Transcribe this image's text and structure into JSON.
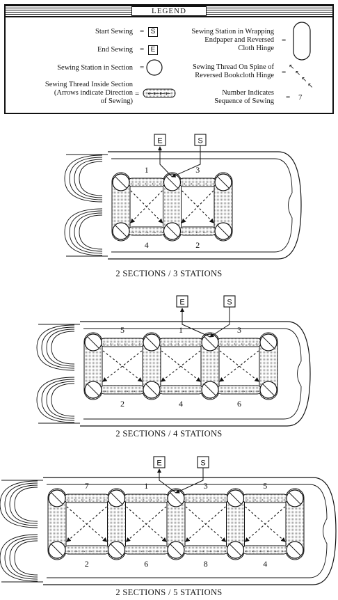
{
  "legend": {
    "title": "LEGEND",
    "start": "Start Sewing",
    "end": "End Sewing",
    "station_section": "Sewing Station in Section",
    "thread_line1": "Sewing Thread Inside Section",
    "thread_line2": "(Arrows indicate Direction",
    "thread_line3": "of Sewing)",
    "wrap_line1": "Sewing Station in Wrapping",
    "wrap_line2": "Endpaper and Reversed",
    "wrap_line3": "Cloth Hinge",
    "spine_line1": "Sewing Thread On Spine of",
    "spine_line2": "Reversed Bookcloth Hinge",
    "seq_line1": "Number Indicates",
    "seq_line2": "Sequence of Sewing",
    "eq": "=",
    "s": "S",
    "e": "E",
    "seven": "7"
  },
  "diagrams": [
    {
      "caption": "2 SECTIONS / 3 STATIONS",
      "stations": 3,
      "top_numbers": [
        "1",
        "3"
      ],
      "bottom_numbers": [
        "4",
        "2"
      ],
      "e_label": "E",
      "s_label": "S"
    },
    {
      "caption": "2 SECTIONS / 4 STATIONS",
      "stations": 4,
      "top_numbers": [
        "5",
        "1",
        "3"
      ],
      "bottom_numbers": [
        "2",
        "4",
        "6"
      ],
      "e_label": "E",
      "s_label": "S"
    },
    {
      "caption": "2 SECTIONS / 5 STATIONS",
      "stations": 5,
      "top_numbers": [
        "7",
        "1",
        "3",
        "5"
      ],
      "bottom_numbers": [
        "2",
        "6",
        "8",
        "4"
      ],
      "e_label": "E",
      "s_label": "S"
    }
  ]
}
